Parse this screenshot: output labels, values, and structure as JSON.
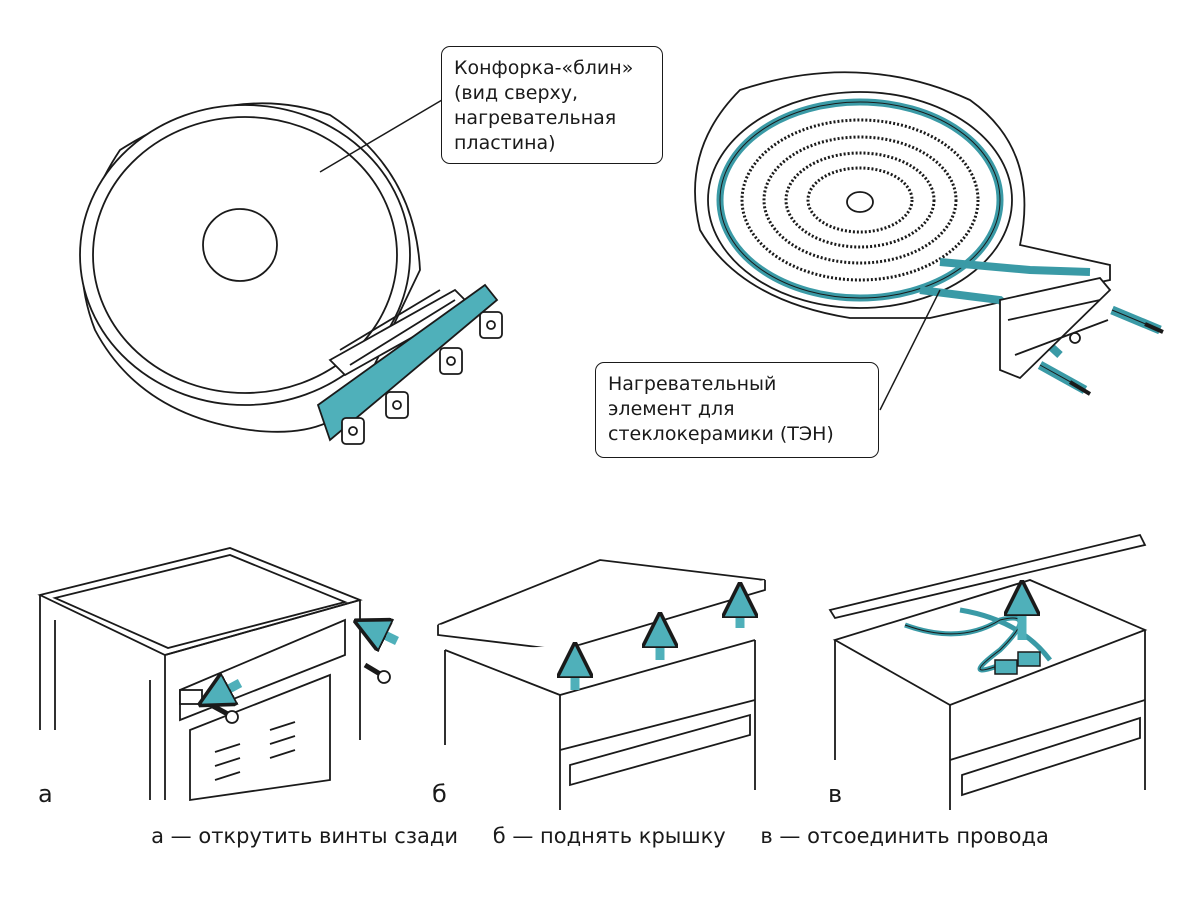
{
  "callouts": {
    "burner": "Конфорка-«блин»\n(вид сверху,\nнагревательная\nпластина)",
    "element": "Нагревательный\nэлемент для\nстеклокерамики (ТЭН)"
  },
  "steps": [
    {
      "letter": "а",
      "caption": "а — открутить винты сзади"
    },
    {
      "letter": "б",
      "caption": "б — поднять крышку"
    },
    {
      "letter": "в",
      "caption": "в — отсоединить провода"
    }
  ],
  "colors": {
    "accent": "#3a9aa6",
    "accent_fill": "#4fb0ba",
    "line": "#1a1a1a"
  },
  "icons": [
    "arrow-up-icon",
    "arrow-right-icon",
    "screw-icon",
    "connector-icon"
  ]
}
